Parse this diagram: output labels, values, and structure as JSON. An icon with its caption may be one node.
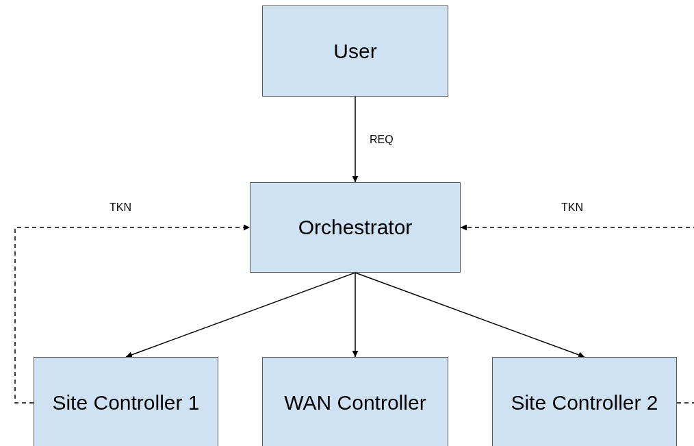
{
  "diagram": {
    "nodes": [
      {
        "text": [
          "User"
        ]
      },
      {
        "text": [
          "Orchestrator"
        ]
      },
      {
        "text": [
          "Site Controller 1"
        ]
      },
      {
        "text": [
          "WAN Controller"
        ]
      },
      {
        "text": [
          "Site Controller 2"
        ]
      }
    ],
    "edges": [
      {
        "from": 0,
        "to": 1,
        "arrow": "to",
        "label": "REQ"
      },
      {
        "from": 1,
        "to": 2,
        "arrow": "to"
      },
      {
        "from": 1,
        "to": 3,
        "arrow": "to"
      },
      {
        "from": 1,
        "to": 4,
        "arrow": "to"
      },
      {
        "from": 2,
        "to": 1,
        "arrow": "to",
        "label": "TKN",
        "style": "dashed"
      },
      {
        "from": 4,
        "to": 1,
        "arrow": "to",
        "label": "TKN",
        "style": "dashed"
      }
    ]
  }
}
